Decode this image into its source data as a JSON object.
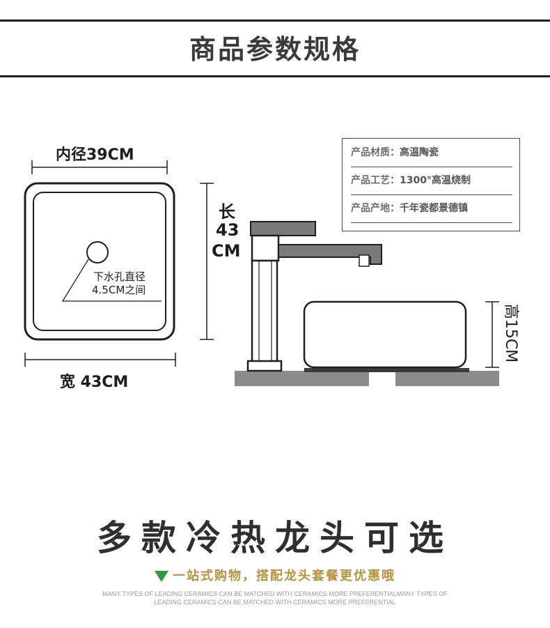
{
  "header": {
    "title": "商品参数规格"
  },
  "diagram": {
    "inner_diameter_label": "内径39CM",
    "drain_label_line1": "下水孔直径",
    "drain_label_line2": "4.5CM之间",
    "width_label": "宽 43CM",
    "length_label_char": "长",
    "length_label_num": "43",
    "length_label_unit": "CM",
    "height_label": "高15CM"
  },
  "specs": [
    {
      "key": "产品材质：",
      "value": "高温陶瓷"
    },
    {
      "key": "产品工艺：",
      "value": "1300°高温烧制"
    },
    {
      "key": "产品产地：",
      "value": "千年瓷都景德镇"
    }
  ],
  "promo": {
    "title": "多款冷热龙头可选",
    "subtitle": "一站式购物，搭配龙头套餐更优惠哦",
    "english": "MANY TYPES OF LEADING CERAMICS CAN BE MATCHED WITH CERAMICS MORE PREFERENTIALMANY TYPES OF LEADING CERAMICS CAN BE MATCHED WITH CERAMICS MORE PREFERENTIAL"
  },
  "colors": {
    "dark": "#1e1e1e",
    "faucet_gray": "#7a7a7a",
    "counter_gray": "#8c8c8c",
    "accent_gold": "#b8923c",
    "accent_green": "#2f9a3a"
  }
}
